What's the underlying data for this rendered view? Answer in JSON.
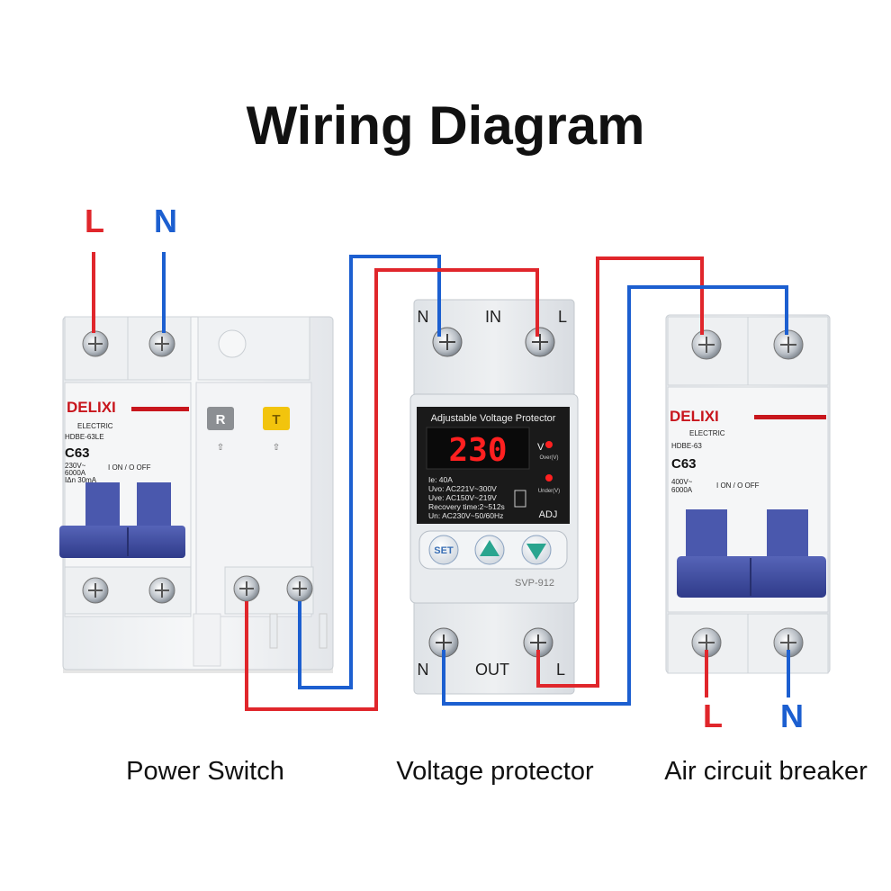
{
  "title": "Wiring Diagram",
  "input_terminals": {
    "L": "L",
    "N": "N"
  },
  "output_terminals": {
    "L": "L",
    "N": "N"
  },
  "captions": {
    "power_switch": "Power Switch",
    "voltage_protector": "Voltage protector",
    "air_breaker": "Air circuit breaker"
  },
  "power_switch": {
    "brand": "DELIXI",
    "sub": "ELECTRIC",
    "model_code": "HDBE-63LE",
    "rating": "C63",
    "spec1": "230V~",
    "spec2": "6000A",
    "spec3": "IΔn 30mA",
    "on_off": "I ON / O OFF",
    "btn_r": "R",
    "btn_t": "T"
  },
  "protector": {
    "port_top": {
      "n": "N",
      "in": "IN",
      "l": "L"
    },
    "port_bottom": {
      "n": "N",
      "out": "OUT",
      "l": "L"
    },
    "header": "Adjustable Voltage Protector",
    "display": "230",
    "unit": "V",
    "over_label": "Over(V)",
    "under_label": "Under(V)",
    "specs": [
      "Ie:       40A",
      "Uvo:    AC221V~300V",
      "Uve:    AC150V~219V",
      "Recovery time:2~512s",
      "Un:  AC230V~50/60Hz"
    ],
    "adj": "ADJ",
    "set": "SET",
    "model": "SVP-912"
  },
  "breaker": {
    "brand": "DELIXI",
    "sub": "ELECTRIC",
    "model_code": "HDBE-63",
    "rating": "C63",
    "spec1": "400V~",
    "spec2": "6000A",
    "on_off": "I ON / O OFF"
  },
  "colors": {
    "live": "#e0262b",
    "neutral": "#1c5fd0",
    "handle": "#3f4fa8",
    "display_bg": "#1a1a1a",
    "led": "#ff2020"
  },
  "icons": [
    "screw-terminal-icon",
    "up-arrow-icon",
    "down-arrow-icon"
  ]
}
